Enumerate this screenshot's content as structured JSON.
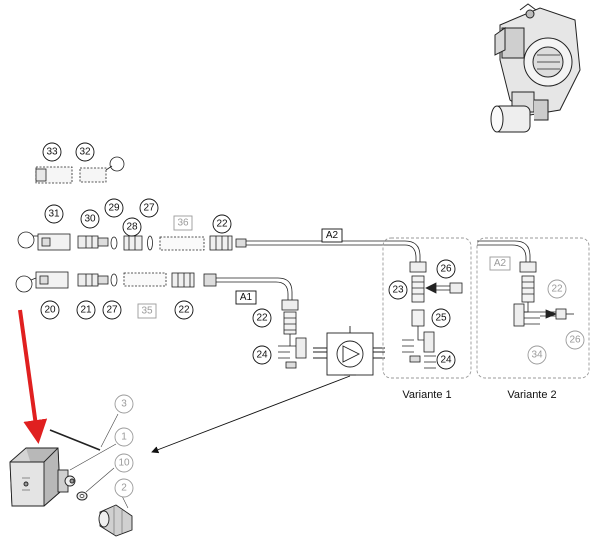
{
  "diagram": {
    "callouts": {
      "c33": "33",
      "c32": "32",
      "c31": "31",
      "c30": "30",
      "c29": "29",
      "c28": "28",
      "c27a": "27",
      "c36": "36",
      "c22a": "22",
      "c20": "20",
      "c21": "21",
      "c27b": "27",
      "c35": "35",
      "c22b": "22",
      "c22c": "22",
      "c24a": "24",
      "c23": "23",
      "c26a": "26",
      "c25": "25",
      "c24b": "24",
      "c22d": "22",
      "c26b": "26",
      "c34": "34",
      "c3": "3",
      "c1": "1",
      "c10": "10",
      "c2": "2"
    },
    "line_labels": {
      "a1": "A1",
      "a2_main": "A2",
      "a2_variant2": "A2"
    },
    "variants": {
      "variant1": "Variante 1",
      "variant2": "Variante 2"
    },
    "colors": {
      "ink": "#111111",
      "faded": "#9a9a9a",
      "arrow": "#e02020",
      "box_dash": "#999999"
    },
    "icons": [
      "boiler-unit-icon",
      "pump-motor-icon",
      "pump-symbol-icon"
    ]
  }
}
